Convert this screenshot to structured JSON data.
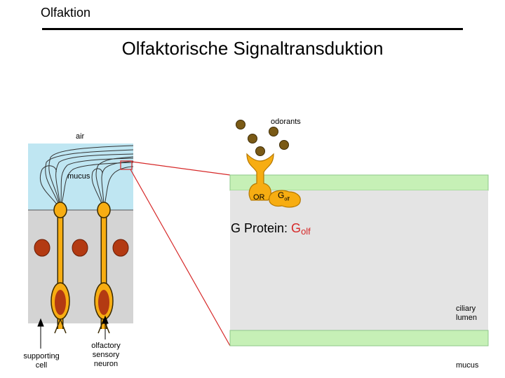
{
  "header": {
    "section": "Olfaktion"
  },
  "title": "Olfaktorische Signaltransduktion",
  "left_panel": {
    "air_label": "air",
    "mucus_label": "mucus",
    "supporting_cell_label": "supporting\ncell",
    "neuron_label": "olfactory\nsensory\nneuron"
  },
  "right_panel": {
    "odorants_label": "odorants",
    "receptor_label": "OR",
    "g_main": "G",
    "g_sub": "olf",
    "caption_prefix": "G Protein: ",
    "caption_g": "G",
    "caption_sub": "olf",
    "ciliary_lumen_label": "ciliary\nlumen",
    "mucus_label": "mucus"
  },
  "colors": {
    "air": "#bfe6f2",
    "epithelium": "#d4d4d4",
    "membrane": "#c6f0b6",
    "lumen": "#e4e4e4",
    "neuron": "#f7ad12",
    "nucleus": "#b33a12",
    "odorant": "#7a5a16",
    "zoom_line": "#d62828",
    "caption_accent": "#d62828"
  }
}
